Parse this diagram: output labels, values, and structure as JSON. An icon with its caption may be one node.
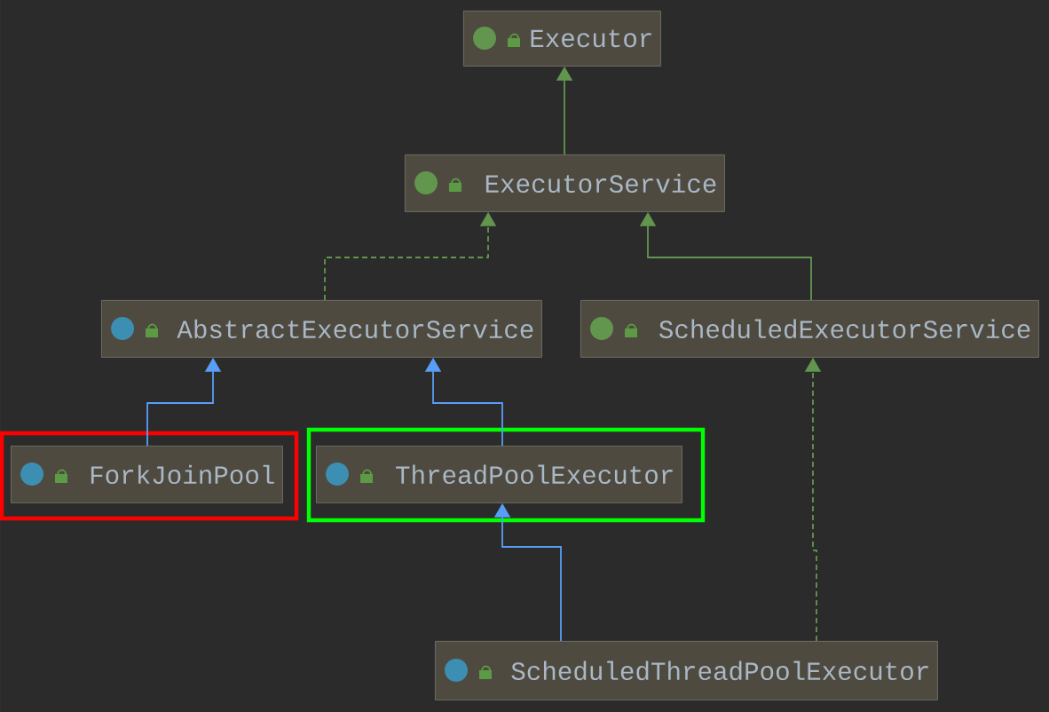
{
  "diagram": {
    "nodes": [
      {
        "text": [
          "Executor"
        ]
      },
      {
        "text": [
          "ExecutorService"
        ]
      },
      {
        "text": [
          "AbstractExecutorService"
        ]
      },
      {
        "text": [
          "ScheduledExecutorService"
        ]
      },
      {
        "text": [
          "ForkJoinPool"
        ]
      },
      {
        "text": [
          "ThreadPoolExecutor"
        ]
      },
      {
        "text": [
          "ScheduledThreadPoolExecutor"
        ]
      }
    ],
    "edges": [
      {
        "from": 1,
        "to": 0,
        "arrow": "to"
      },
      {
        "from": 2,
        "to": 1,
        "arrow": "to",
        "style": "dashed"
      },
      {
        "from": 3,
        "to": 1,
        "arrow": "to"
      },
      {
        "from": 4,
        "to": 2,
        "arrow": "to",
        "color": "#589df6"
      },
      {
        "from": 5,
        "to": 2,
        "arrow": "to",
        "color": "#589df6"
      },
      {
        "from": 6,
        "to": 5,
        "arrow": "to",
        "color": "#589df6"
      },
      {
        "from": 6,
        "to": 3,
        "arrow": "to",
        "style": "dashed"
      }
    ]
  }
}
